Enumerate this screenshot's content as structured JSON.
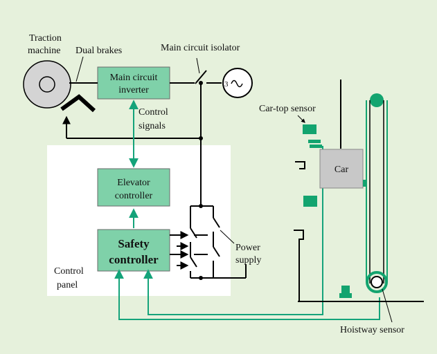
{
  "labels": {
    "traction_machine_1": "Traction",
    "traction_machine_2": "machine",
    "dual_brakes": "Dual brakes",
    "main_circuit_isolator": "Main circuit isolator",
    "inverter_1": "Main circuit",
    "inverter_2": "inverter",
    "motor_symbol_3": "3",
    "control_signals_1": "Control",
    "control_signals_2": "signals",
    "car_top_sensor": "Car-top sensor",
    "car": "Car",
    "elevator_controller_1": "Elevator",
    "elevator_controller_2": "controller",
    "safety_controller_1": "Safety",
    "safety_controller_2": "controller",
    "power_supply_1": "Power",
    "power_supply_2": "supply",
    "control_panel_1": "Control",
    "control_panel_2": "panel",
    "hoistway_sensor": "Hoistway sensor"
  },
  "colors": {
    "background": "#e6f1dc",
    "block_fill": "#7fd1a9",
    "signal_line": "#14a37a",
    "car_fill": "#c8c8c8",
    "sensor": "#13a46f"
  }
}
